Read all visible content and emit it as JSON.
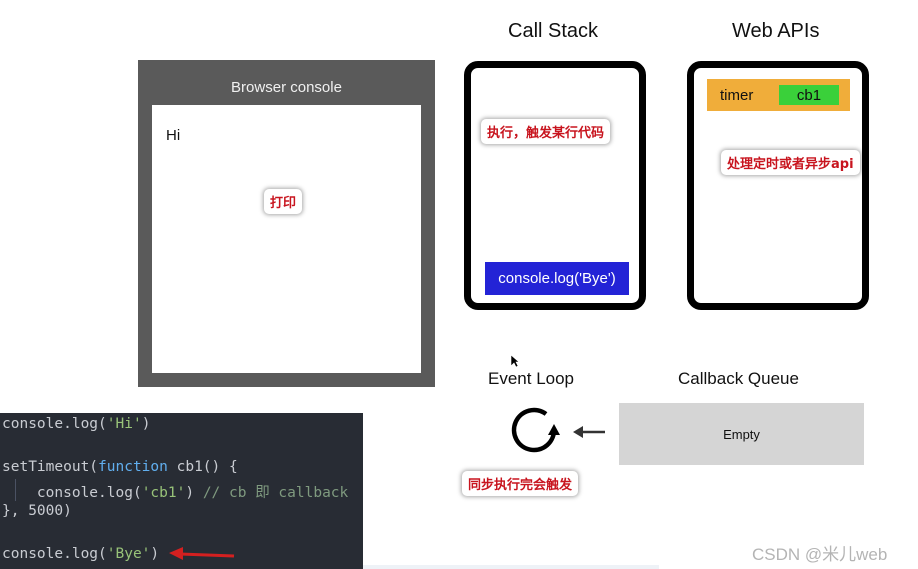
{
  "browser_console": {
    "title": "Browser console",
    "output_lines": [
      "Hi"
    ],
    "note": "打印"
  },
  "call_stack": {
    "title": "Call Stack",
    "note": "执行，触发某行代码",
    "item": "console.log('Bye')"
  },
  "web_apis": {
    "title": "Web APIs",
    "timer_label": "timer",
    "callback": "cb1",
    "note": "处理定时或者异步api"
  },
  "event_loop": {
    "title": "Event Loop",
    "note": "同步执行完会触发"
  },
  "callback_queue": {
    "title": "Callback Queue",
    "content": "Empty"
  },
  "code": {
    "line1": {
      "a": "console.log(",
      "b": "'Hi'",
      "c": ")"
    },
    "line2": {
      "a": "setTimeout(",
      "b": "function",
      "c": " cb1() {"
    },
    "line3": {
      "a": "    console.log(",
      "b": "'cb1'",
      "c": ") ",
      "d": "// cb 即 callback"
    },
    "line4": {
      "a": "}, 5000)"
    },
    "line5": {
      "a": "console.log(",
      "b": "'Bye'",
      "c": ")"
    }
  },
  "watermark": "CSDN @米儿web",
  "colors": {
    "stack_item": "#2323d6",
    "timer_box": "#f0ad3a",
    "callback_chip": "#3ad03a",
    "annotation_text": "#c8141e",
    "arrow": "#d42020"
  }
}
